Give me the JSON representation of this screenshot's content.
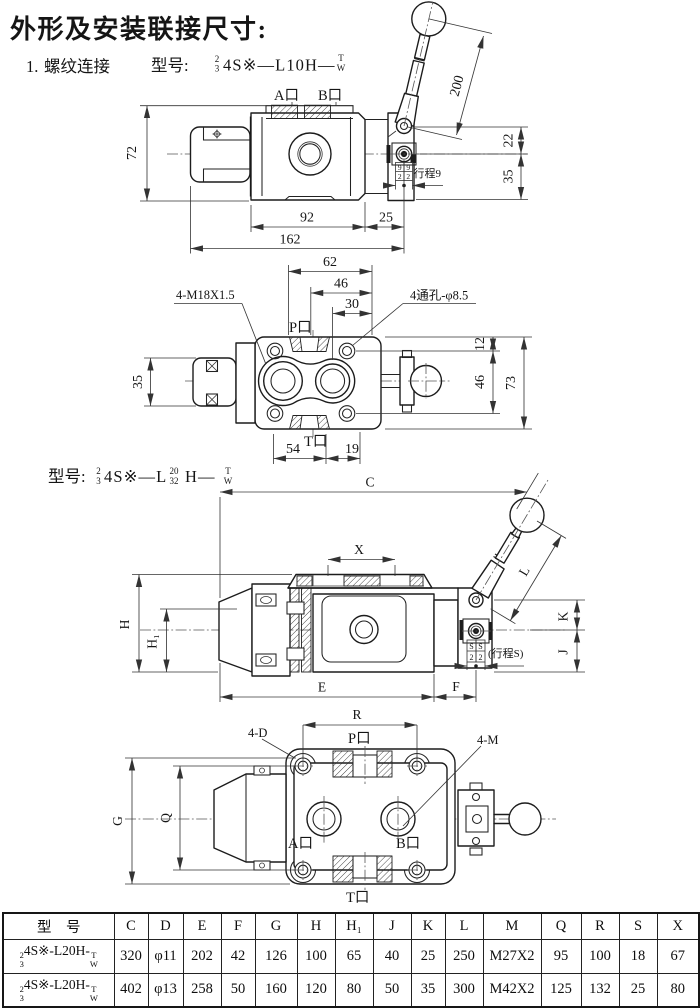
{
  "page": {
    "background": "#ffffff",
    "ink": "#1c1c1c"
  },
  "header": {
    "title": "外形及安装联接尺寸:",
    "item_no": "1.",
    "subtitle": "螺纹连接",
    "model_label": "型号:",
    "model": {
      "frac_top": "2",
      "frac_bot": "3",
      "body": "4S※—L10H—",
      "tail_top": "T",
      "tail_bot": "W"
    }
  },
  "view1": {
    "port_a": "A口",
    "port_b": "B口",
    "dim_height": "72",
    "dim_lever": "200",
    "dim_top": "22",
    "dim_side": "35",
    "stroke_label": "行程9",
    "stroke_cells": {
      "l_top": "9",
      "l_bot": "2",
      "r_top": "9",
      "r_bot": "2"
    },
    "dim_body": "92",
    "dim_ext": "25",
    "dim_total": "162"
  },
  "view2": {
    "dim_w1": "62",
    "dim_w2": "46",
    "dim_w3": "30",
    "label_threads": "4-M18X1.5",
    "label_holes": "4通孔-φ8.5",
    "port_p": "P口",
    "port_t": "T口",
    "dim_left": "35",
    "dim_r1": "12",
    "dim_r2": "46",
    "dim_r3": "73",
    "dim_b1": "54",
    "dim_b2": "19"
  },
  "section2": {
    "model_label": "型号:",
    "model": {
      "frac_top": "2",
      "frac_bot": "3",
      "body_pre": "4S※—L",
      "mid_top": "20",
      "mid_bot": "32",
      "body_post": "H—",
      "tail_top": "T",
      "tail_bot": "W"
    }
  },
  "view3": {
    "dim_c": "C",
    "dim_x": "X",
    "dim_l": "L",
    "dim_k": "K",
    "dim_j": "J",
    "dim_h": "H",
    "dim_h1": "H₁",
    "dim_e": "E",
    "dim_f": "F",
    "stroke_label": "(行程S)",
    "stroke_cells": {
      "l_top": "S",
      "l_bot": "2",
      "r_top": "S",
      "r_bot": "2"
    }
  },
  "view4": {
    "dim_r": "R",
    "dim_g": "G",
    "dim_q": "Q",
    "label_4d": "4-D",
    "label_4m": "4-M",
    "port_p": "P口",
    "port_t": "T口",
    "port_a": "A口",
    "port_b": "B口"
  },
  "table": {
    "headers": [
      "型　号",
      "C",
      "D",
      "E",
      "F",
      "G",
      "H",
      "H₁",
      "J",
      "K",
      "L",
      "M",
      "Q",
      "R",
      "S",
      "X"
    ],
    "rows": [
      {
        "model": {
          "frac_top": "2",
          "frac_bot": "3",
          "body": "4S※-L20H-",
          "tail_top": "T",
          "tail_bot": "W"
        },
        "values": [
          "320",
          "φ11",
          "202",
          "42",
          "126",
          "100",
          "65",
          "40",
          "25",
          "250",
          "M27X2",
          "95",
          "100",
          "18",
          "67"
        ]
      },
      {
        "model": {
          "frac_top": "2",
          "frac_bot": "3",
          "body": "4S※-L20H-",
          "tail_top": "T",
          "tail_bot": "W"
        },
        "values": [
          "402",
          "φ13",
          "258",
          "50",
          "160",
          "120",
          "80",
          "50",
          "35",
          "300",
          "M42X2",
          "125",
          "132",
          "25",
          "80"
        ]
      }
    ]
  }
}
